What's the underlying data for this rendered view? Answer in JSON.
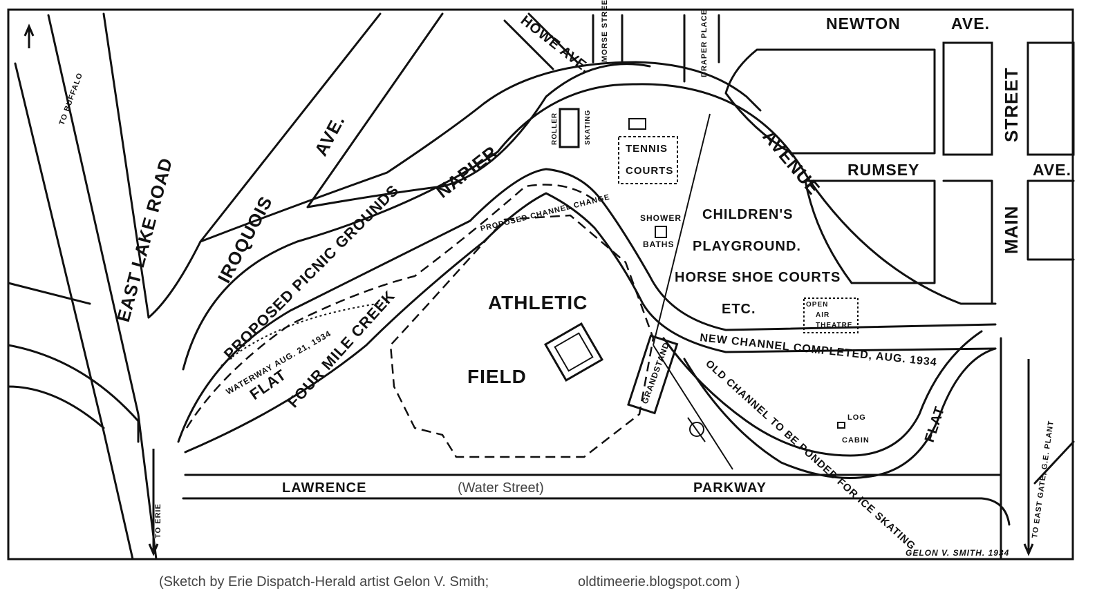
{
  "streets": {
    "newton_ave": "NEWTON",
    "newton_ave_suffix": "AVE.",
    "howe_ave": "HOWE AVE.",
    "morse_street": "MORSE STREET",
    "draper_place": "DRAPER PLACE",
    "iroquois": "IROQUOIS",
    "iroquois_ave": "AVE.",
    "napier": "NAPIER",
    "avenue": "AVENUE",
    "rumsey": "RUMSEY",
    "rumsey_ave": "AVE.",
    "street": "STREET",
    "main": "MAIN",
    "east_lake_road": "EAST LAKE ROAD",
    "to_buffalo": "TO BUFFALO",
    "to_erie": "TO ERIE",
    "lawrence": "LAWRENCE",
    "water_street": "(Water Street)",
    "parkway": "PARKWAY",
    "to_east_gate": "TO EAST GATE, G.E. PLANT"
  },
  "features": {
    "proposed_picnic_grounds": "PROPOSED PICNIC GROUNDS",
    "waterway": "WATERWAY AUG. 21, 1934",
    "flat_left": "FLAT",
    "four_mile_creek": "FOUR MILE CREEK",
    "proposed_channel_change": "PROPOSED CHANNEL CHANGE",
    "roller": "ROLLER",
    "skating": "SKATING",
    "tennis": "TENNIS",
    "courts": "COURTS",
    "shower": "SHOWER",
    "baths": "BATHS",
    "childrens": "CHILDREN'S",
    "playground": "PLAYGROUND.",
    "horse_shoe_courts": "HORSE SHOE COURTS",
    "etc": "ETC.",
    "open_air_theatre_1": "OPEN",
    "open_air_theatre_2": "AIR",
    "open_air_theatre_3": "THEATRE",
    "athletic": "ATHLETIC",
    "field": "FIELD",
    "grandstand": "GRANDSTAND",
    "new_channel": "NEW CHANNEL COMPLETED, AUG. 1934",
    "old_channel": "OLD CHANNEL TO BE PONDED FOR ICE SKATING",
    "flat_right": "FLAT",
    "log": "LOG",
    "cabin": "CABIN"
  },
  "signature": "GELON V. SMITH. 1934",
  "caption": {
    "credit": "(Sketch by Erie Dispatch-Herald artist Gelon V. Smith;",
    "site": "oldtimeerie.blogspot.com )"
  },
  "icons": {
    "compass": "compass-north-icon",
    "arrow_buffalo": "arrow-up-icon",
    "arrow_erie": "arrow-down-icon"
  },
  "colors": {
    "ink": "#111111",
    "paper": "#ffffff",
    "caption": "#444444"
  }
}
